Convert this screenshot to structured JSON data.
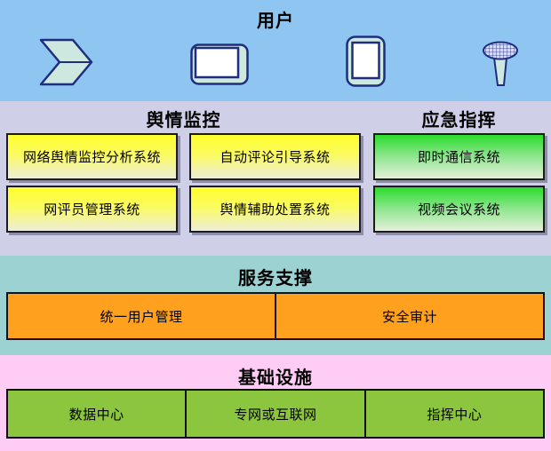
{
  "users": {
    "title": "用户",
    "icons": [
      "chevron-icon",
      "monitor-icon",
      "phone-icon",
      "microphone-icon"
    ]
  },
  "monitoring": {
    "header_left": "舆情监控",
    "header_right": "应急指挥",
    "boxes": [
      {
        "label": "网络舆情监控分析系统",
        "color": "yellow"
      },
      {
        "label": "自动评论引导系统",
        "color": "yellow"
      },
      {
        "label": "即时通信系统",
        "color": "green"
      },
      {
        "label": "网评员管理系统",
        "color": "yellow"
      },
      {
        "label": "舆情辅助处置系统",
        "color": "yellow"
      },
      {
        "label": "视频会议系统",
        "color": "green"
      }
    ]
  },
  "support": {
    "title": "服务支撑",
    "cells": [
      {
        "label": "统一用户管理"
      },
      {
        "label": "安全审计"
      }
    ]
  },
  "infrastructure": {
    "title": "基础设施",
    "cells": [
      {
        "label": "数据中心"
      },
      {
        "label": "专网或互联网"
      },
      {
        "label": "指挥中心"
      }
    ]
  },
  "colors": {
    "band_users": "#8FC6F1",
    "band_monitoring": "#CFCFE8",
    "band_support": "#9CD3D2",
    "band_infrastructure": "#FFCCF5",
    "box_yellow_top": "#FFFF2E",
    "box_yellow_bottom": "#EDEDDA",
    "box_green_top": "#2CDB2C",
    "box_green_bottom": "#E6EFDA",
    "bar_orange": "#FFA01E",
    "bar_green": "#8CC63F",
    "icon_stroke": "#1F2D7E",
    "icon_fill": "#CDE8DE",
    "box_border": "#1c1c1c"
  }
}
